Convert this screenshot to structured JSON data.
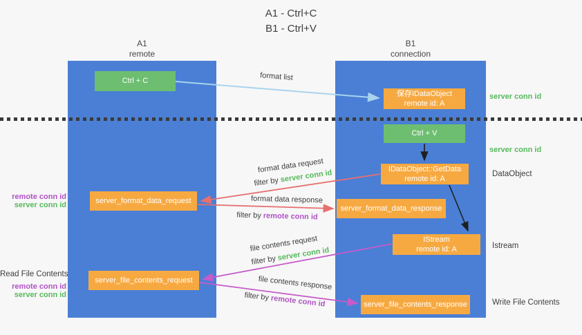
{
  "title": {
    "line1": "A1 - Ctrl+C",
    "line2": "B1 - Ctrl+V"
  },
  "lanes": {
    "a": {
      "name": "A1",
      "subtitle": "remote"
    },
    "b": {
      "name": "B1",
      "subtitle": "connection"
    }
  },
  "nodes": {
    "ctrl_c": {
      "label": "Ctrl + C"
    },
    "ctrl_v": {
      "label": "Ctrl + V"
    },
    "save_idataobject": {
      "line1": "保存IDataObject",
      "line2": "remote id: A"
    },
    "getdata": {
      "line1": "IDataObject::GetData",
      "line2": "remote id: A"
    },
    "istream": {
      "line1": "IStream",
      "line2": "remote id: A"
    },
    "format_request": {
      "label": "server_format_data_request"
    },
    "format_response": {
      "label": "server_format_data_response"
    },
    "file_request": {
      "label": "server_file_contents_request"
    },
    "file_response": {
      "label": "server_file_contents_response"
    }
  },
  "edge_labels": {
    "format_list": "format list",
    "format_data_request": "format data request",
    "format_data_response": "format data response",
    "file_contents_request": "file contents request",
    "file_contents_response": "file contents response",
    "filter_by": "filter by",
    "server_conn_id": "server conn id",
    "remote_conn_id": "remote conn id"
  },
  "side_labels": {
    "server_conn_id_top": "server conn id",
    "server_conn_id_mid": "server conn id",
    "dataobject": "DataObject",
    "istream": "Istream",
    "write_file_contents": "Write File Contents",
    "read_file_contents": "Read File Contents",
    "remote_conn_id_left1": "remote conn id",
    "server_conn_id_left1": "server conn id",
    "remote_conn_id_left2": "remote conn id",
    "server_conn_id_left2": "server conn id"
  },
  "colors": {
    "lane-blue": "#4a7fd5",
    "orange-box": "#f7a941",
    "green-box": "#6ebe71",
    "green-text": "#55b95c",
    "purple-text": "#b052c4",
    "red-arrow": "#e77070",
    "purple-arrow": "#c75bc9",
    "lightblue-arrow": "#a9d3ee",
    "black-arrow": "#1f1f1f",
    "dark-text": "#3d3d3d",
    "background": "#f7f7f7"
  }
}
